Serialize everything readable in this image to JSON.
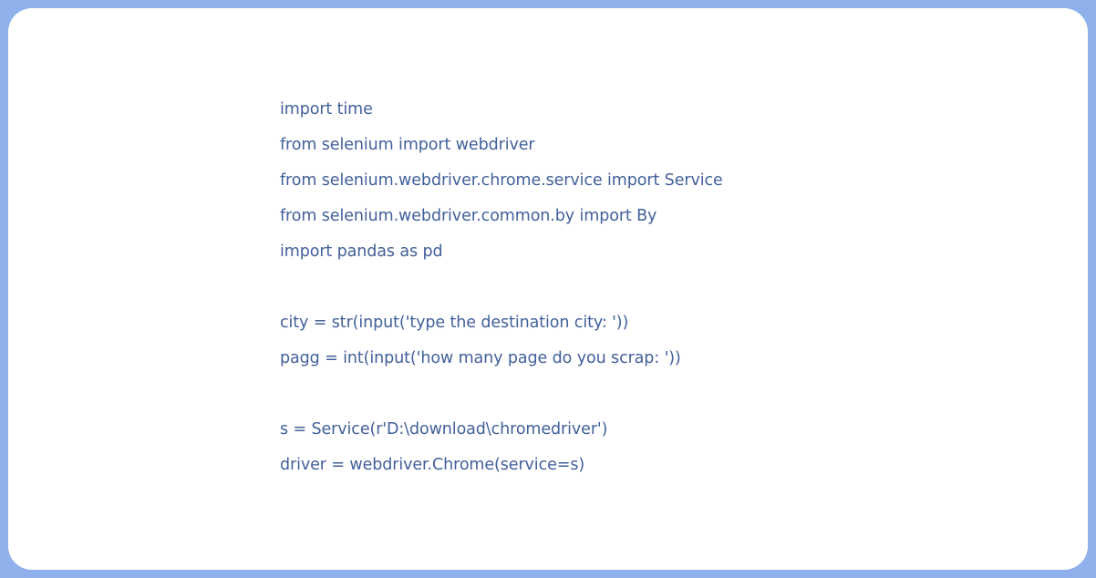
{
  "frame": {
    "border_color": "#8fb0ea",
    "card_color": "#ffffff",
    "text_color": "#42609a"
  },
  "code": {
    "lines": [
      "import time",
      "from selenium import webdriver",
      "from selenium.webdriver.chrome.service import Service",
      "from selenium.webdriver.common.by import By",
      "import pandas as pd",
      "",
      "city = str(input('type the destination city: '))",
      "pagg = int(input('how many page do you scrap: '))",
      "",
      "s = Service(r'D:\\download\\chromedriver')",
      "driver = webdriver.Chrome(service=s)"
    ]
  }
}
